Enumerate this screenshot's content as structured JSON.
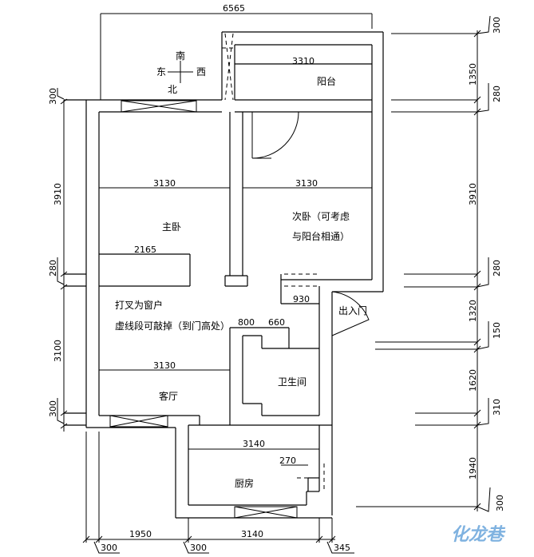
{
  "dimensions": {
    "top_total": "6565",
    "balcony_width": "3310",
    "room_width_left": "3130",
    "room_width_right": "3130",
    "master_closet": "2165",
    "door_930": "930",
    "bath_800": "800",
    "bath_660": "660",
    "living_width": "3130",
    "kitchen_width": "3140",
    "kitchen_270": "270",
    "bottom_1950": "1950",
    "bottom_3140": "3140",
    "bottom_300a": "300",
    "bottom_300b": "300",
    "bottom_345": "345",
    "left_300_top": "300",
    "left_3910": "3910",
    "left_280": "280",
    "left_3100": "3100",
    "left_300_bottom": "300",
    "right_300_top": "300",
    "right_1350": "1350",
    "right_280_a": "280",
    "right_3910": "3910",
    "right_280_b": "280",
    "right_1320": "1320",
    "right_150": "150",
    "right_1620": "1620",
    "right_310": "310",
    "right_1940": "1940",
    "right_300_bottom": "300"
  },
  "compass": {
    "south": "南",
    "north": "北",
    "east": "东",
    "west": "西"
  },
  "rooms": {
    "balcony": "阳台",
    "master_bedroom": "主卧",
    "second_bedroom_line1": "次卧（可考虑",
    "second_bedroom_line2": "与阳台相通）",
    "window_note_line1": "打叉为窗户",
    "window_note_line2": "虚线段可敲掉（到门高处）",
    "entrance": "出入门",
    "bathroom": "卫生间",
    "living_room": "客厅",
    "kitchen": "厨房"
  },
  "watermark": "化龙巷"
}
